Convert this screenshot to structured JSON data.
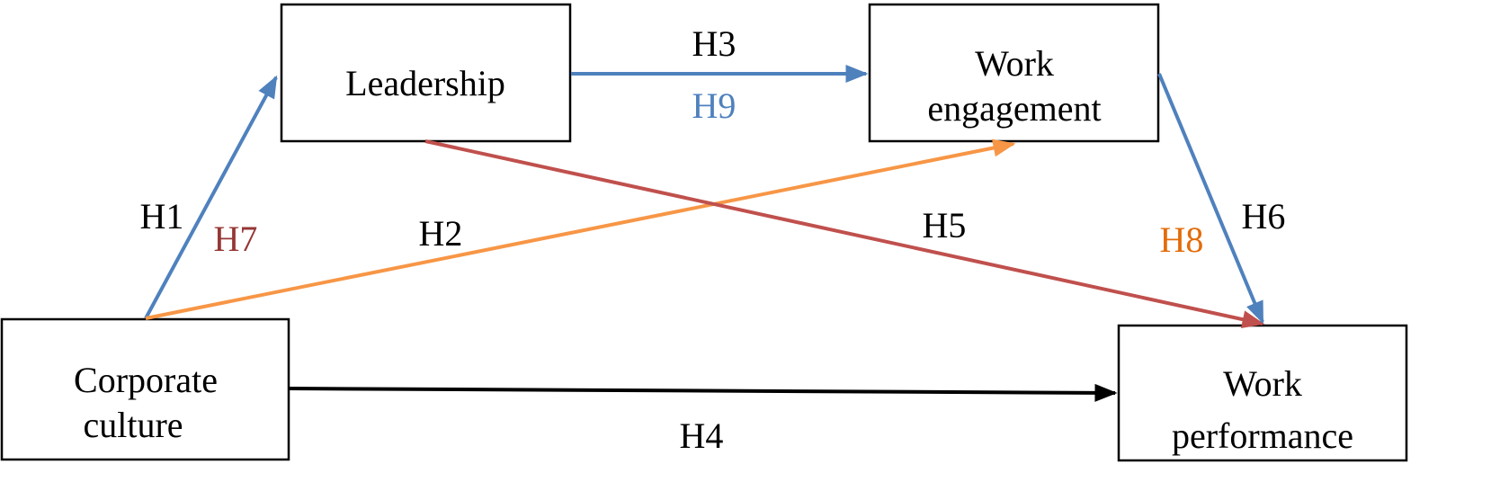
{
  "nodes": {
    "leadership": {
      "lines": [
        "Leadership"
      ]
    },
    "work_engagement": {
      "lines": [
        "Work",
        "engagement"
      ]
    },
    "corporate_culture": {
      "lines": [
        "Corporate",
        "culture"
      ]
    },
    "work_performance": {
      "lines": [
        "Work",
        "performance"
      ]
    }
  },
  "edges": [
    {
      "id": "culture-to-leadership",
      "from": "Corporate culture",
      "to": "Leadership",
      "color": "#4f81bd"
    },
    {
      "id": "leadership-to-engagement",
      "from": "Leadership",
      "to": "Work engagement",
      "color": "#4f81bd"
    },
    {
      "id": "culture-to-engagement",
      "from": "Corporate culture",
      "to": "Work engagement",
      "color": "#f79646"
    },
    {
      "id": "leadership-to-performance",
      "from": "Leadership",
      "to": "Work performance",
      "color": "#c0504d"
    },
    {
      "id": "engagement-to-performance",
      "from": "Work engagement",
      "to": "Work performance",
      "color": "#4f81bd"
    },
    {
      "id": "culture-to-performance",
      "from": "Corporate culture",
      "to": "Work performance",
      "color": "#000000"
    }
  ],
  "labels": {
    "h1": {
      "text": "H1",
      "color": "#000000"
    },
    "h2": {
      "text": "H2",
      "color": "#000000"
    },
    "h3": {
      "text": "H3",
      "color": "#000000"
    },
    "h4": {
      "text": "H4",
      "color": "#000000"
    },
    "h5": {
      "text": "H5",
      "color": "#000000"
    },
    "h6": {
      "text": "H6",
      "color": "#000000"
    },
    "h7": {
      "text": "H7",
      "color": "#953735"
    },
    "h8": {
      "text": "H8",
      "color": "#e36c09"
    },
    "h9": {
      "text": "H9",
      "color": "#4f81bd"
    }
  }
}
